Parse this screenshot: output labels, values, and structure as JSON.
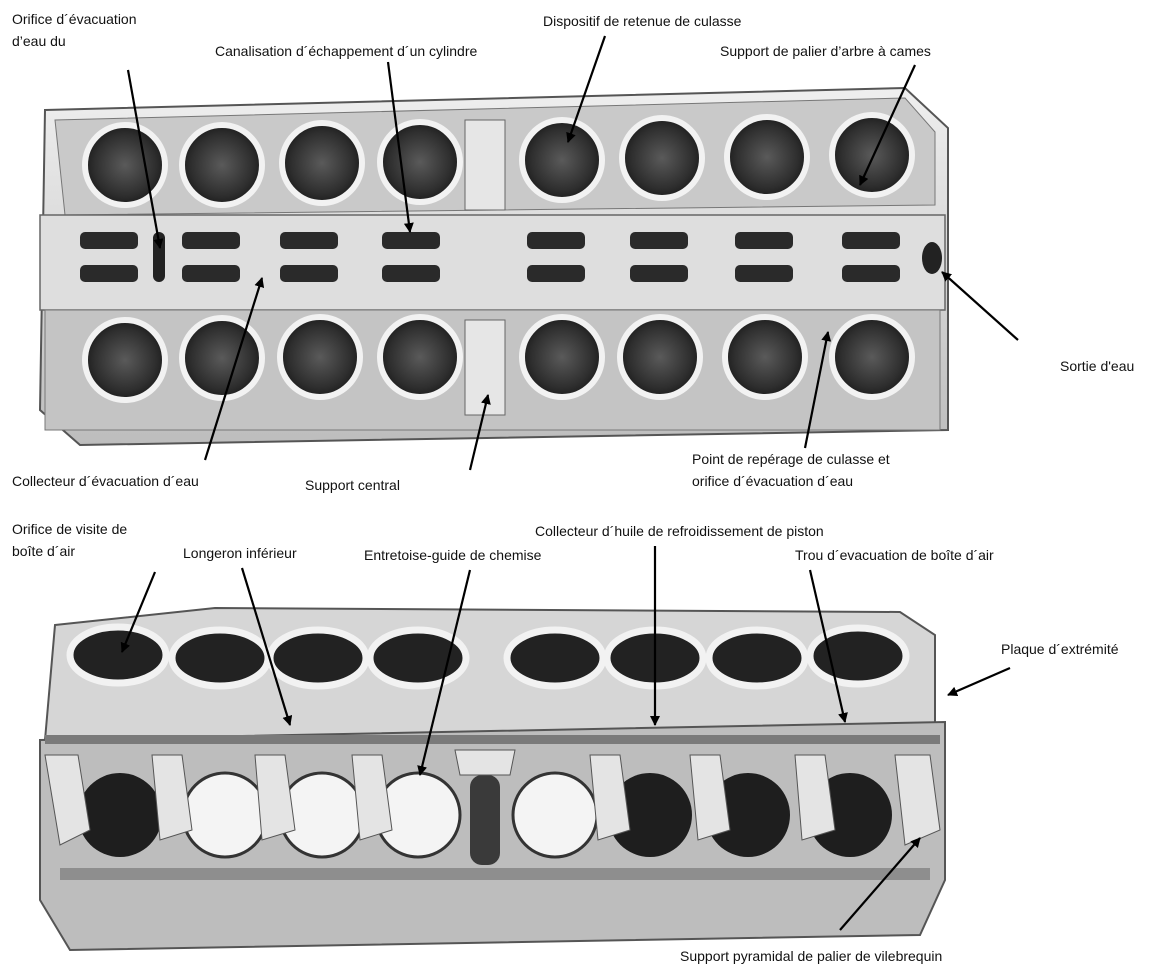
{
  "colors": {
    "background": "#ffffff",
    "label_text": "#111111",
    "leader_line": "#000000",
    "metal_light": "#d9d9d9",
    "metal_mid": "#a8a8a8",
    "metal_dark": "#4a4a4a",
    "port_dark": "#2a2a2a"
  },
  "top_view": {
    "subject": "engine-block-top-view-photo",
    "cylinders_per_bank": 8,
    "labels": {
      "orifice_evac_line1": "Orifice d´évacuation",
      "orifice_evac_line2": "d’eau du",
      "dispositif_retenue": "Dispositif de retenue de culasse",
      "canalisation_echappement": "Canalisation d´échappement d´un cylindre",
      "support_palier_arbre": "Support de palier d’arbre à cames",
      "sortie_eau": "Sortie d'eau",
      "collecteur_evac": "Collecteur d´évacuation d´eau",
      "support_central": "Support central",
      "point_reperage_line1": "Point de repérage de culasse et",
      "point_reperage_line2": "orifice d´évacuation d´eau"
    }
  },
  "bottom_view": {
    "subject": "engine-block-side-view-photo",
    "cylinders": 8,
    "labels": {
      "orifice_visite_line1": "Orifice de visite de",
      "orifice_visite_line2": "boîte d´air",
      "longeron_inferieur": "Longeron inférieur",
      "entretoise_guide": "Entretoise-guide de chemise",
      "collecteur_huile": "Collecteur d´huile de refroidissement de piston",
      "trou_evacuation": "Trou d´evacuation de boîte d´air",
      "plaque_extremite": "Plaque d´extrémité",
      "support_pyramidal": "Support pyramidal de palier de vilebrequin"
    }
  }
}
